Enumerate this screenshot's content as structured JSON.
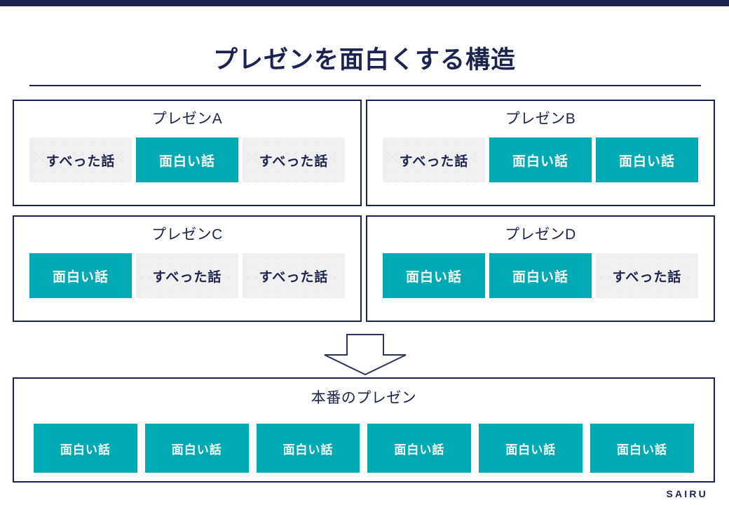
{
  "slide": {
    "title": "プレゼンを面白くする構造",
    "accent_navy": "#1b2350",
    "accent_teal": "#00aab5",
    "chip_grey": "#f0f0f0",
    "footer_logo": "SAIRU"
  },
  "labels": {
    "funny": "面白い話",
    "flopped": "すべった話"
  },
  "cards": [
    {
      "id": "a",
      "title": "プレゼンA",
      "chips": [
        {
          "label": "すべった話",
          "kind": "grey"
        },
        {
          "label": "面白い話",
          "kind": "teal"
        },
        {
          "label": "すべった話",
          "kind": "grey"
        }
      ]
    },
    {
      "id": "b",
      "title": "プレゼンB",
      "chips": [
        {
          "label": "すべった話",
          "kind": "grey"
        },
        {
          "label": "面白い話",
          "kind": "teal"
        },
        {
          "label": "面白い話",
          "kind": "teal"
        }
      ]
    },
    {
      "id": "c",
      "title": "プレゼンC",
      "chips": [
        {
          "label": "面白い話",
          "kind": "teal"
        },
        {
          "label": "すべった話",
          "kind": "grey"
        },
        {
          "label": "すべった話",
          "kind": "grey"
        }
      ]
    },
    {
      "id": "d",
      "title": "プレゼンD",
      "chips": [
        {
          "label": "面白い話",
          "kind": "teal"
        },
        {
          "label": "面白い話",
          "kind": "teal"
        },
        {
          "label": "すべった話",
          "kind": "grey"
        }
      ]
    }
  ],
  "arrow": {
    "direction": "down",
    "icon": "down-block-arrow-icon"
  },
  "final_panel": {
    "title": "本番のプレゼン",
    "chips": [
      {
        "label": "面白い話",
        "kind": "teal"
      },
      {
        "label": "面白い話",
        "kind": "teal"
      },
      {
        "label": "面白い話",
        "kind": "teal"
      },
      {
        "label": "面白い話",
        "kind": "teal"
      },
      {
        "label": "面白い話",
        "kind": "teal"
      },
      {
        "label": "面白い話",
        "kind": "teal"
      }
    ]
  }
}
